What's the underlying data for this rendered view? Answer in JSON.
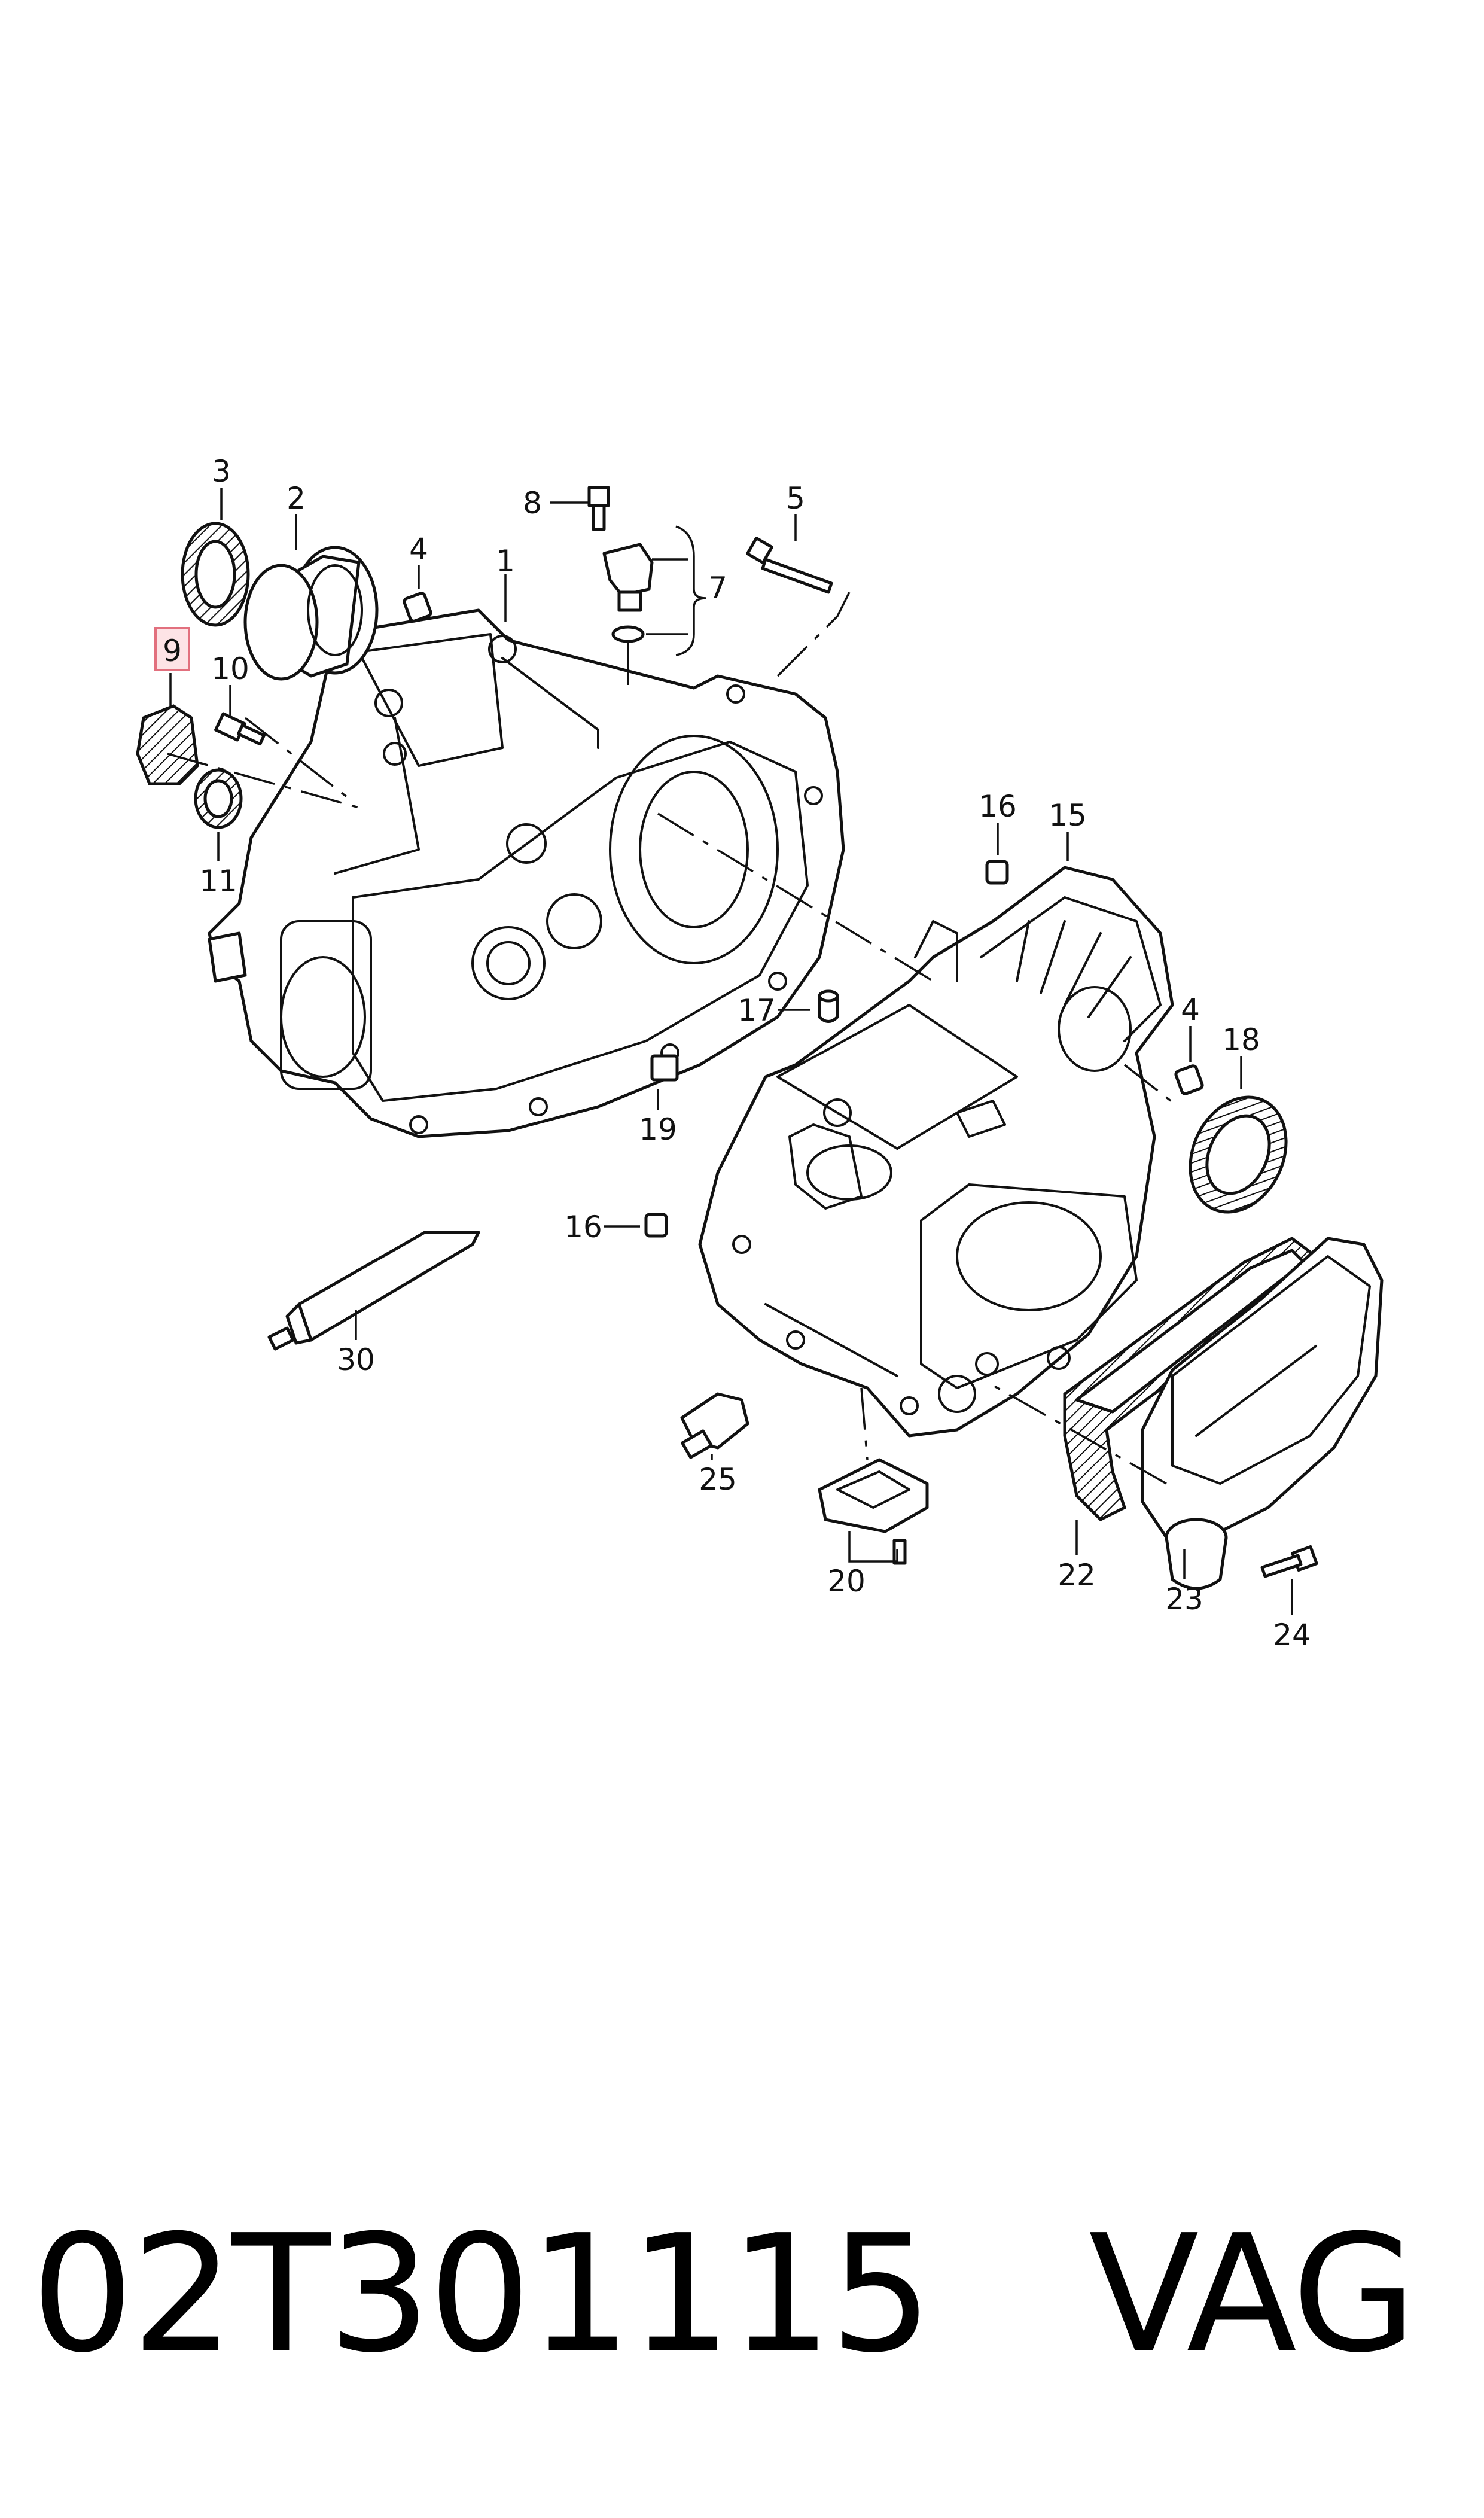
{
  "diagram": {
    "callouts": [
      {
        "id": "1",
        "label": "1"
      },
      {
        "id": "2",
        "label": "2"
      },
      {
        "id": "3",
        "label": "3"
      },
      {
        "id": "4a",
        "label": "4"
      },
      {
        "id": "4b",
        "label": "4"
      },
      {
        "id": "5",
        "label": "5"
      },
      {
        "id": "7",
        "label": "7"
      },
      {
        "id": "8",
        "label": "8"
      },
      {
        "id": "9",
        "label": "9",
        "highlighted": true
      },
      {
        "id": "10",
        "label": "10"
      },
      {
        "id": "11",
        "label": "11"
      },
      {
        "id": "15",
        "label": "15"
      },
      {
        "id": "16a",
        "label": "16"
      },
      {
        "id": "16b",
        "label": "16"
      },
      {
        "id": "17",
        "label": "17"
      },
      {
        "id": "18",
        "label": "18"
      },
      {
        "id": "19",
        "label": "19"
      },
      {
        "id": "20",
        "label": "20"
      },
      {
        "id": "22",
        "label": "22"
      },
      {
        "id": "23",
        "label": "23"
      },
      {
        "id": "24",
        "label": "24"
      },
      {
        "id": "25",
        "label": "25"
      },
      {
        "id": "30",
        "label": "30"
      }
    ],
    "highlight_color": "#e2707e"
  },
  "footer": {
    "part_number": "02T301115",
    "brand": "VAG"
  }
}
